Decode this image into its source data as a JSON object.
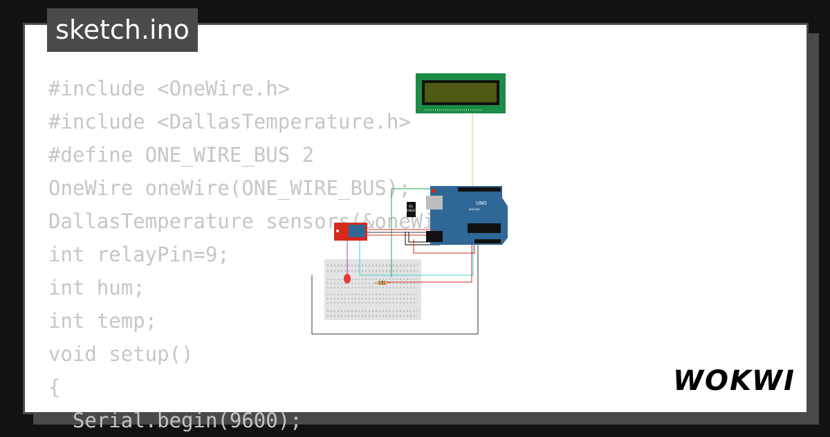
{
  "header": {
    "title": "sketch.ino"
  },
  "code_lines": [
    "#include <OneWire.h>",
    "#include <DallasTemperature.h>",
    "#define ONE_WIRE_BUS 2",
    "OneWire oneWire(ONE_WIRE_BUS);",
    "DallasTemperature sensors(&oneWire);",
    "int relayPin=9;",
    "int hum;",
    "int temp;",
    "void setup()",
    "{",
    "  Serial.begin(9600);"
  ],
  "board": {
    "label": "UNO",
    "sub_label": "ARDUINO"
  },
  "sensor": {
    "label_top": "DS",
    "label_bottom": "18B20"
  },
  "brand": {
    "logo": "WOKWI"
  },
  "colors": {
    "background": "#121212",
    "frame": "#4a4a4a",
    "card": "#ffffff",
    "code_text": "#c6c6c6",
    "board": "#2f6797",
    "lcd_frame": "#1c8b46",
    "lcd_screen": "#4f5a12",
    "relay": "#d42a1c"
  }
}
